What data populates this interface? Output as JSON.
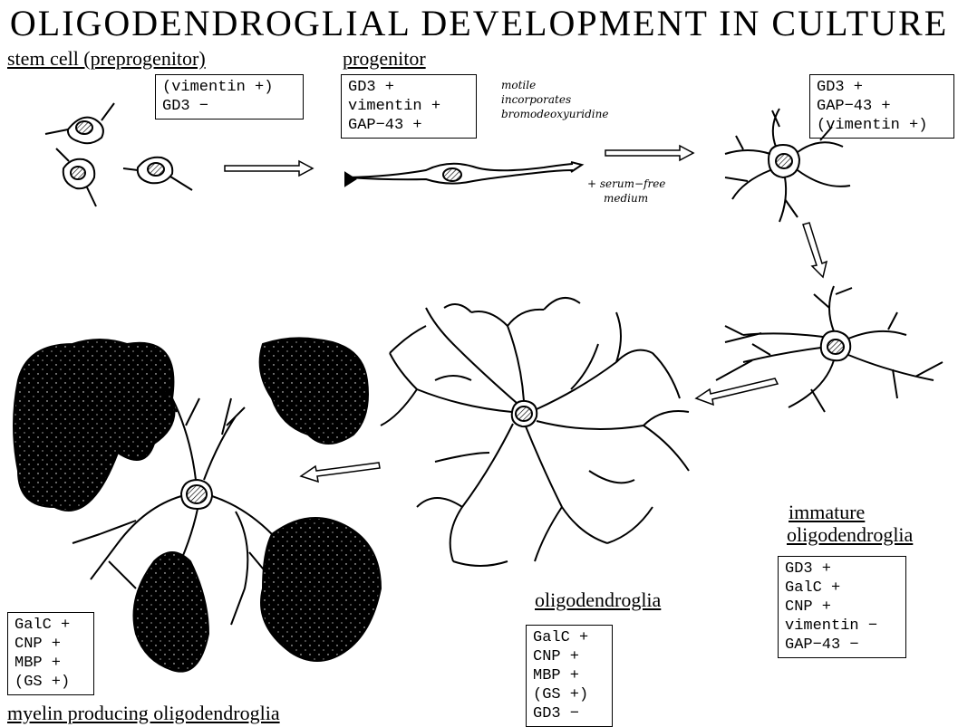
{
  "title": "OLIGODENDROGLIAL DEVELOPMENT IN CULTURE",
  "stages": {
    "stem": {
      "label": "stem cell (preprogenitor)",
      "markers": [
        "(vimentin +)",
        "GD3 −"
      ]
    },
    "progenitor": {
      "label": "progenitor",
      "markers": [
        "GD3 +",
        "vimentin +",
        "GAP−43 +"
      ]
    },
    "immature": {
      "label_line1": "immature",
      "label_line2": "oligodendroglia",
      "markers_top": [
        "GD3 +",
        "GAP−43 +",
        "(vimentin +)"
      ],
      "markers": [
        "GD3 +",
        "GalC +",
        "CNP +",
        "vimentin −",
        "GAP−43 −"
      ]
    },
    "oligodendroglia": {
      "label": "oligodendroglia",
      "markers": [
        "GalC +",
        "CNP +",
        "MBP +",
        "(GS +)",
        "GD3 −"
      ]
    },
    "myelin": {
      "label": "myelin producing oligodendroglia",
      "markers": [
        "GalC +",
        "CNP +",
        "MBP +",
        "(GS +)"
      ]
    }
  },
  "notes": {
    "progenitor_traits": [
      "motile",
      "incorporates",
      "bromodeoxyuridine"
    ],
    "medium": [
      "+ serum−free",
      "medium"
    ]
  }
}
